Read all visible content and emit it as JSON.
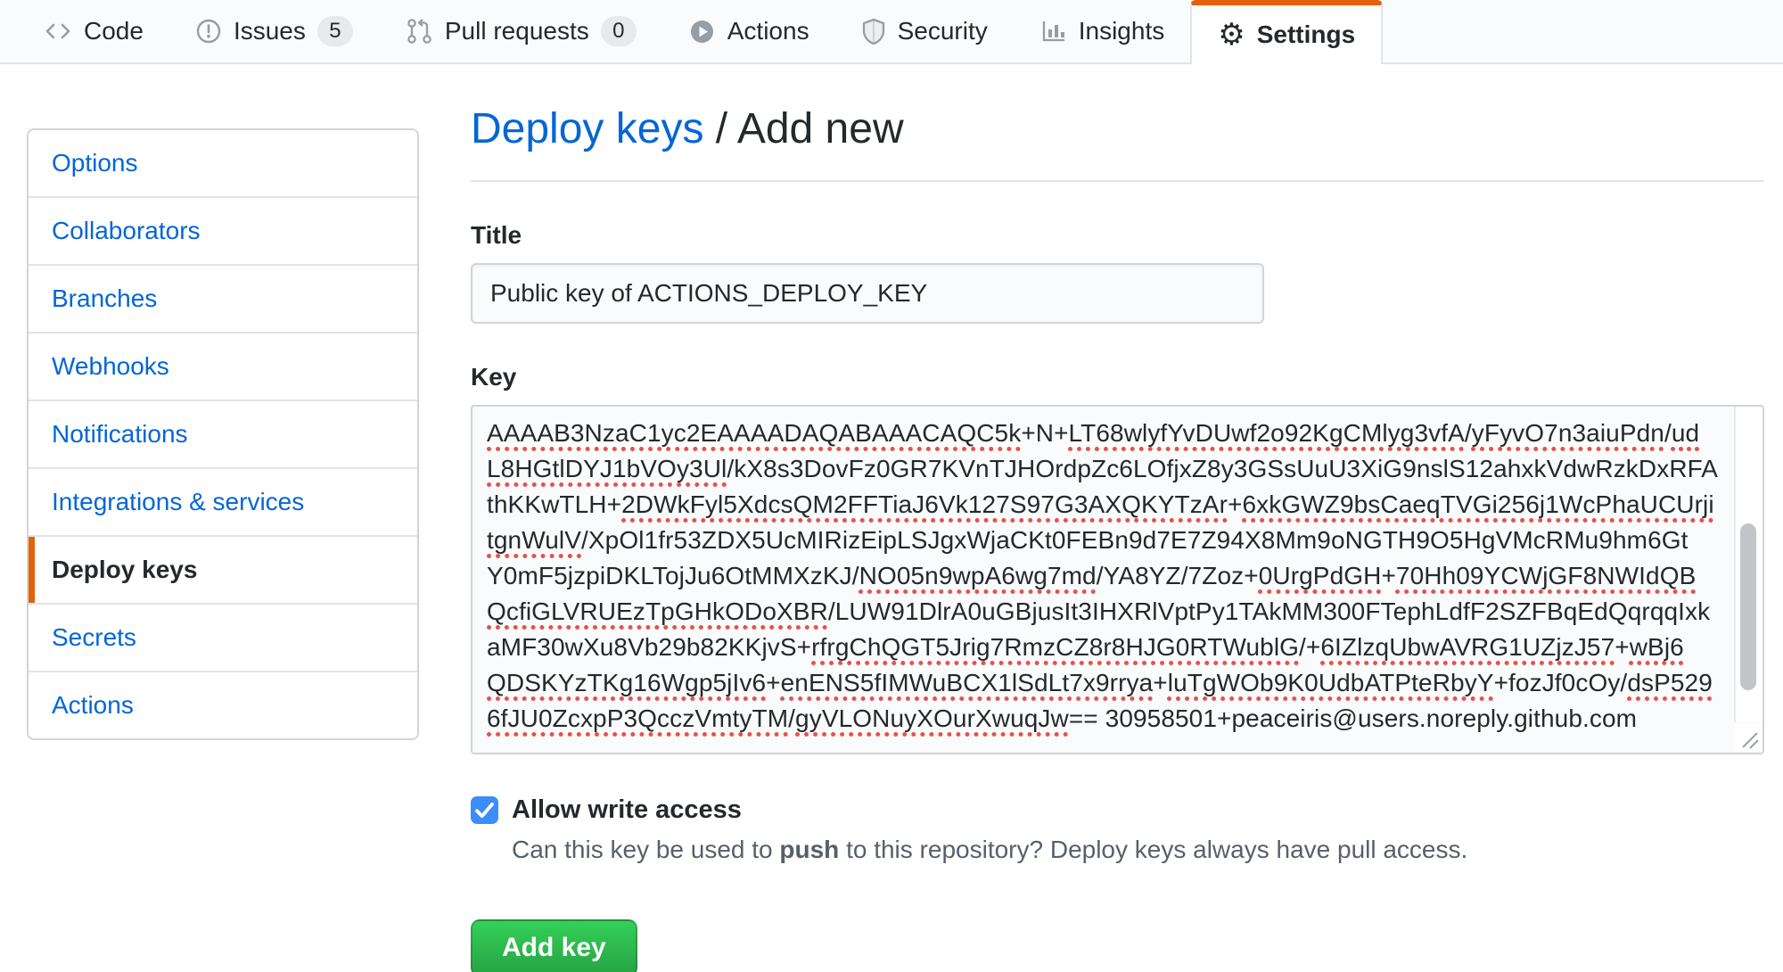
{
  "colors": {
    "accent_orange": "#e36209",
    "link_blue": "#0366d6",
    "button_green": "#28a745",
    "checkbox_blue": "#3b8df9",
    "spell_red": "#e5534b"
  },
  "nav": {
    "tabs": [
      {
        "label": "Code",
        "icon": "code-icon",
        "badge": null,
        "active": false
      },
      {
        "label": "Issues",
        "icon": "issue-opened-icon",
        "badge": "5",
        "active": false
      },
      {
        "label": "Pull requests",
        "icon": "git-pull-request-icon",
        "badge": "0",
        "active": false
      },
      {
        "label": "Actions",
        "icon": "play-icon",
        "badge": null,
        "active": false
      },
      {
        "label": "Security",
        "icon": "shield-icon",
        "badge": null,
        "active": false
      },
      {
        "label": "Insights",
        "icon": "graph-icon",
        "badge": null,
        "active": false
      },
      {
        "label": "Settings",
        "icon": "gear-icon",
        "badge": null,
        "active": true
      }
    ]
  },
  "sidebar": {
    "items": [
      {
        "label": "Options",
        "active": false
      },
      {
        "label": "Collaborators",
        "active": false
      },
      {
        "label": "Branches",
        "active": false
      },
      {
        "label": "Webhooks",
        "active": false
      },
      {
        "label": "Notifications",
        "active": false
      },
      {
        "label": "Integrations & services",
        "active": false
      },
      {
        "label": "Deploy keys",
        "active": true
      },
      {
        "label": "Secrets",
        "active": false
      },
      {
        "label": "Actions",
        "active": false
      }
    ]
  },
  "main": {
    "breadcrumb": {
      "parent": "Deploy keys",
      "separator": " / ",
      "current": "Add new"
    },
    "title_field": {
      "label": "Title",
      "value": "Public key of ACTIONS_DEPLOY_KEY"
    },
    "key_field": {
      "label": "Key",
      "lines": [
        [
          [
            "AAAAB3NzaC1yc2EAAAADAQABAAACAQC5k",
            true
          ],
          [
            "+N+",
            false
          ],
          [
            "LT68wlyfYvDUwf2o92KgCMlyg3vfA",
            true
          ],
          [
            "/",
            false
          ],
          [
            "yFyvO7n3aiuPdn",
            true
          ],
          [
            "/",
            false
          ],
          [
            "ud",
            true
          ]
        ],
        [
          [
            "L8HGtlDYJ1bVOy3Ul",
            true
          ],
          [
            "/kX8s3DovFz0GR7KVnTJHOrdpZc6LOfjxZ8y3GSsUuU3XiG9nslS12ahxkVdwRzkDxRFA",
            false
          ]
        ],
        [
          [
            "thKKwTLH+",
            false
          ],
          [
            "2DWkFyl5XdcsQM2FFTiaJ6Vk127S97G3AXQKYTzAr",
            true
          ],
          [
            "+",
            false
          ],
          [
            "6xkGWZ9bsCaeqTVGi256j1WcPhaUCUrji",
            true
          ]
        ],
        [
          [
            "tgnWulV",
            true
          ],
          [
            "/XpOl1fr53ZDX5UcMIRizEipLSJgxWjaCKt0FEBn9d7E7Z94X8Mm9oNGTH9O5HgVMcRMu9hm6Gt",
            false
          ]
        ],
        [
          [
            "Y0mF5jzpiDKLTojJu6OtMMXzKJ/",
            false
          ],
          [
            "NO05n9wpA6wg7md",
            true
          ],
          [
            "/YA8YZ/7Zoz+",
            false
          ],
          [
            "0UrgPdGH",
            true
          ],
          [
            "+",
            false
          ],
          [
            "70Hh09YCWjGF8NWIdQB",
            true
          ]
        ],
        [
          [
            "QcfiGLVRUEzTpGHkODoXBR",
            true
          ],
          [
            "/LUW91DlrA0uGBjusIt3IHXRlVptPy1TAkMM300FTephLdfF2SZFBqEdQqrqqIxk",
            false
          ]
        ],
        [
          [
            "aMF30wXu8Vb29b82KKjvS+",
            false
          ],
          [
            "rfrgChQGT5Jrig7RmzCZ8r8HJG0RTWublG",
            true
          ],
          [
            "/+",
            false
          ],
          [
            "6IZlzqUbwAVRG1UZjzJ57",
            true
          ],
          [
            "+",
            false
          ],
          [
            "wBj6",
            true
          ]
        ],
        [
          [
            "QDSKYzTKg16Wgp5jIv6",
            true
          ],
          [
            "+",
            false
          ],
          [
            "enENS5fIMWuBCX1lSdLt7x9rrya",
            true
          ],
          [
            "+",
            false
          ],
          [
            "luTgWOb9K0UdbATPteRbyY",
            true
          ],
          [
            "+fozJf0cOy/",
            false
          ],
          [
            "dsP529",
            true
          ]
        ],
        [
          [
            "6fJU0ZcxpP3QcczVmtyTM",
            true
          ],
          [
            "/",
            false
          ],
          [
            "gyVLONuyXOurXwuqJw",
            true
          ],
          [
            "== 30958501+peaceiris@users.noreply.github.com",
            false
          ]
        ]
      ]
    },
    "write_access": {
      "label": "Allow write access",
      "checked": true,
      "description_parts": [
        {
          "text": "Can this key be used to ",
          "bold": false
        },
        {
          "text": "push",
          "bold": true
        },
        {
          "text": " to this repository? Deploy keys always have pull access.",
          "bold": false
        }
      ]
    },
    "submit": {
      "label": "Add key"
    }
  }
}
